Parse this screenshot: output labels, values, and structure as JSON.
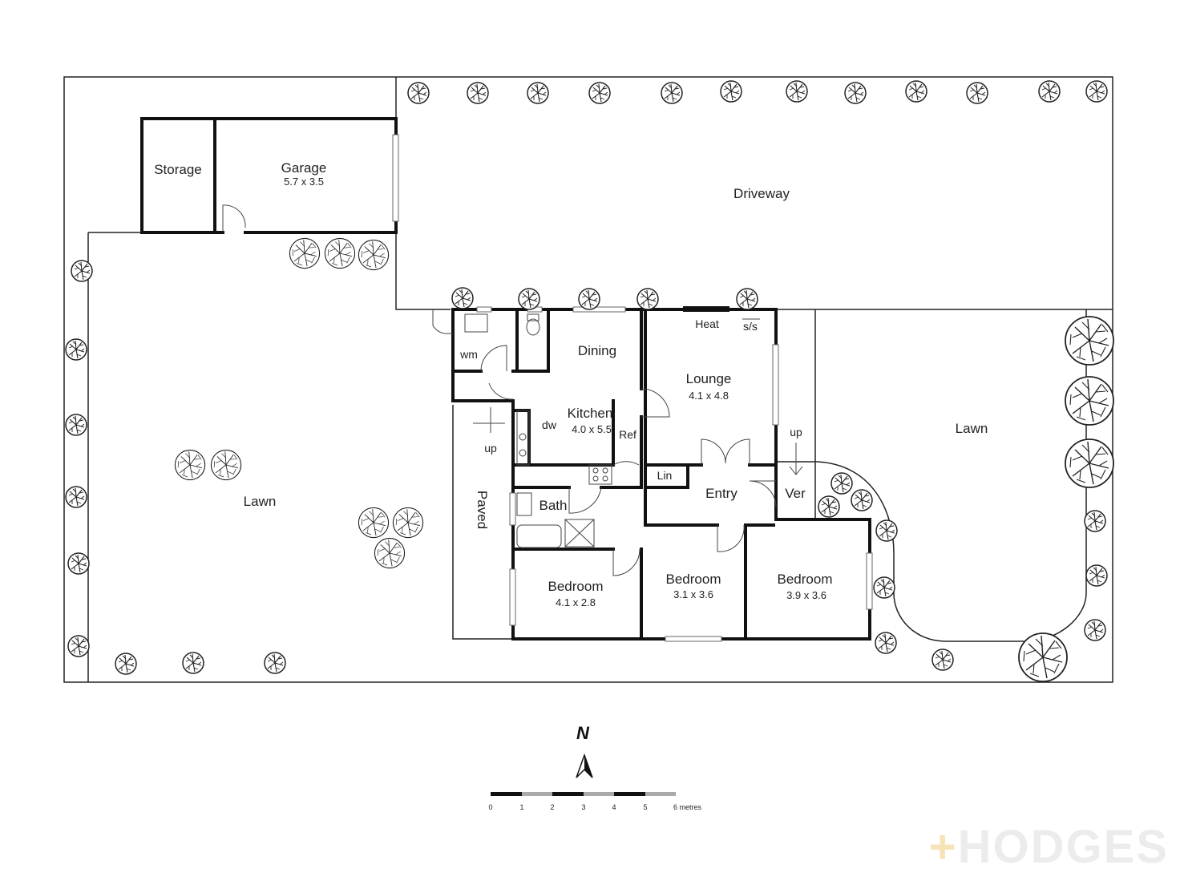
{
  "rooms": {
    "storage": {
      "name": "Storage"
    },
    "garage": {
      "name": "Garage",
      "dims": "5.7 x 3.5"
    },
    "driveway": {
      "name": "Driveway"
    },
    "lawn_west": {
      "name": "Lawn"
    },
    "lawn_east": {
      "name": "Lawn"
    },
    "dining": {
      "name": "Dining"
    },
    "kitchen": {
      "name": "Kitchen",
      "dims": "4.0 x 5.5"
    },
    "lounge": {
      "name": "Lounge",
      "dims": "4.1 x 4.8"
    },
    "entry": {
      "name": "Entry"
    },
    "verandah": {
      "name": "Ver"
    },
    "bath": {
      "name": "Bath"
    },
    "linen": {
      "name": "Lin"
    },
    "paved": {
      "name": "Paved"
    },
    "bedroom_1": {
      "name": "Bedroom",
      "dims": "4.1 x 2.8"
    },
    "bedroom_2": {
      "name": "Bedroom",
      "dims": "3.1 x 3.6"
    },
    "bedroom_3": {
      "name": "Bedroom",
      "dims": "3.9 x 3.6"
    }
  },
  "fixtures": {
    "wm": "wm",
    "dw": "dw",
    "ref": "Ref",
    "heat": "Heat",
    "ss": "s/s",
    "up_left": "up",
    "up_right": "up"
  },
  "compass": {
    "label": "N"
  },
  "scale": {
    "ticks": [
      "0",
      "1",
      "2",
      "3",
      "4",
      "5",
      "6 metres"
    ]
  },
  "brand": {
    "plus": "+",
    "text": "HODGES"
  }
}
